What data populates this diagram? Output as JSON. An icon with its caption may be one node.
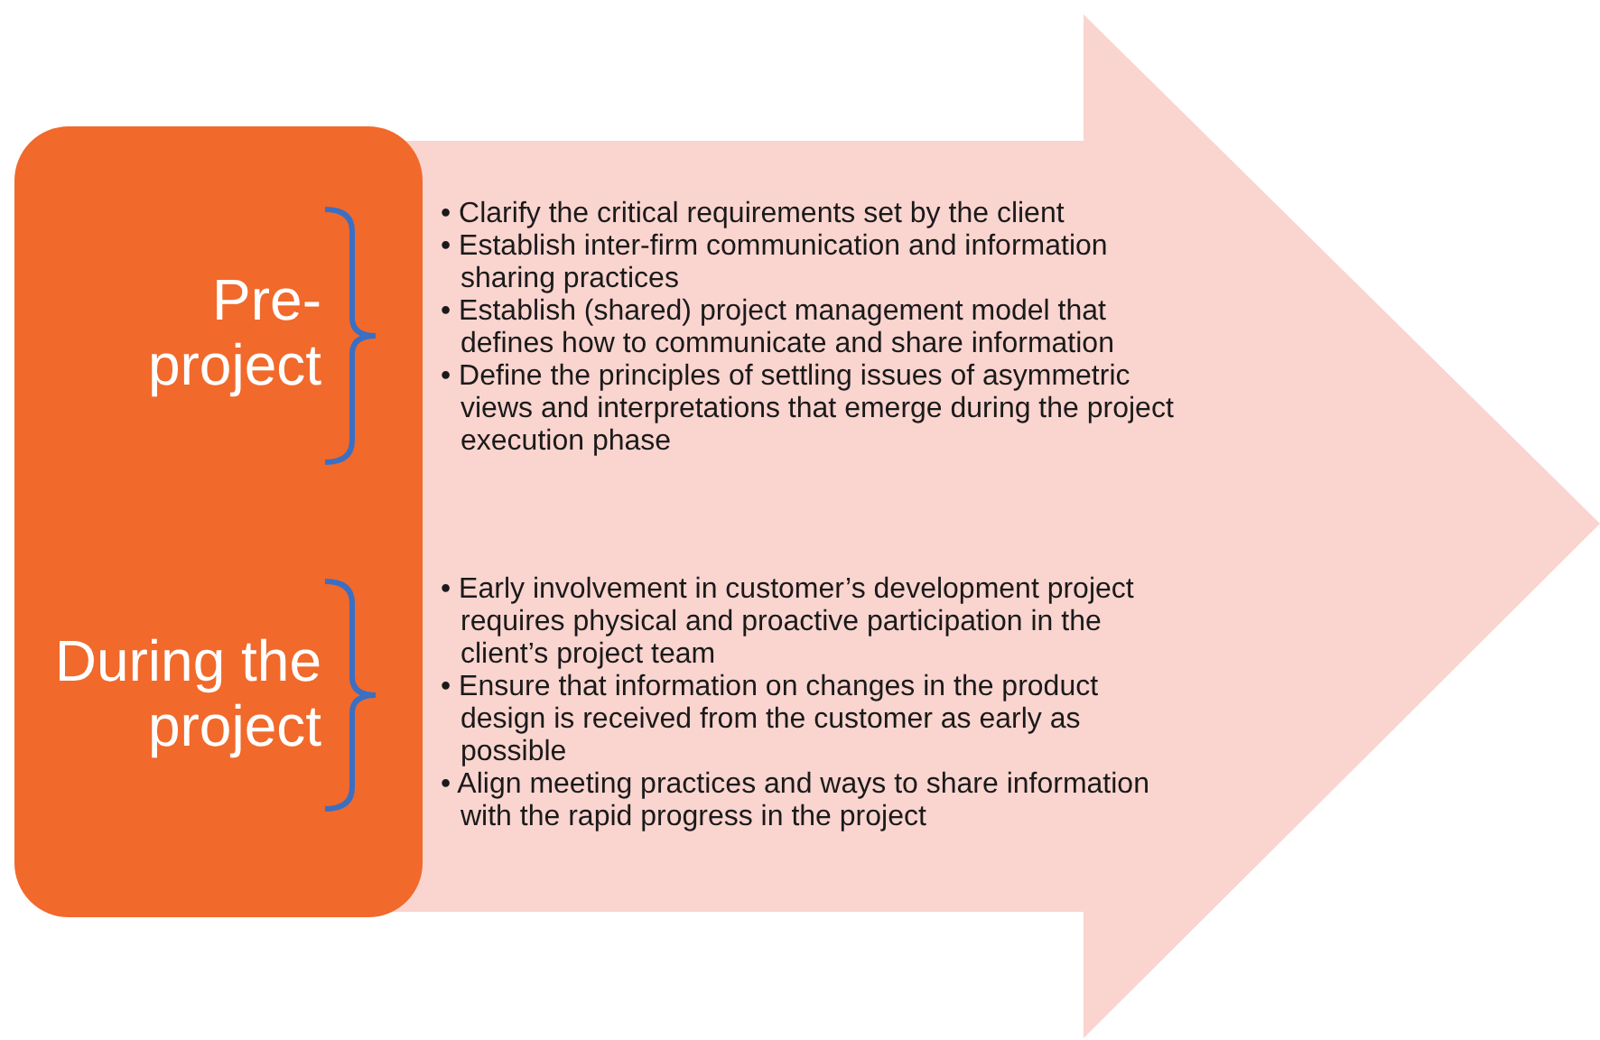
{
  "diagram": {
    "nodes": [
      {
        "text": [
          "Pre-project",
          "During the project"
        ]
      },
      {
        "text": [],
        "shape": "arrow"
      },
      {
        "text": [
          "• Clarify the critical requirements set by the client",
          "• Establish inter-firm communication and information sharing practices",
          "• Establish (shared) project management model that defines how to communicate and share information",
          "• Define the principles of settling issues of asymmetric views and interpretations that emerge during the project execution phase"
        ],
        "in": 1
      },
      {
        "text": [
          "• Early involvement in customer’s development project requires physical and proactive participation in the client’s project team",
          "• Ensure that information on changes in the product design is received from the customer as early as possible",
          "• Align meeting practices and ways to share information with the rapid progress in the project"
        ],
        "in": 1
      }
    ]
  }
}
